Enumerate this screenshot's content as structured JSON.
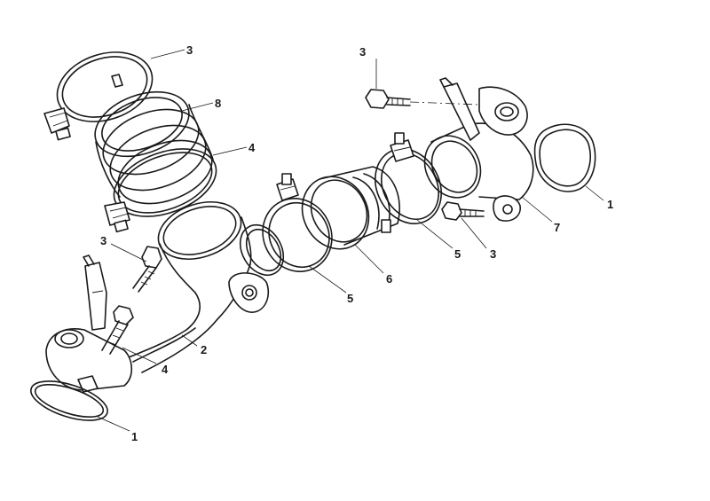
{
  "callouts": [
    {
      "id": "gasket-right",
      "text": "1"
    },
    {
      "id": "gasket-left",
      "text": "1"
    },
    {
      "id": "intake-pipe",
      "text": "2"
    },
    {
      "id": "bolt-top",
      "text": "3"
    },
    {
      "id": "bolt-right",
      "text": "3"
    },
    {
      "id": "bolt-left-upper",
      "text": "3"
    },
    {
      "id": "bolt-left-lower",
      "text": "3"
    },
    {
      "id": "clamp-top",
      "text": "4"
    },
    {
      "id": "clamp-mid",
      "text": "4"
    },
    {
      "id": "clamp-center",
      "text": "5"
    },
    {
      "id": "clamp-right",
      "text": "5"
    },
    {
      "id": "coupler",
      "text": "6"
    },
    {
      "id": "manifold-adapter",
      "text": "7"
    },
    {
      "id": "bellows-coupler",
      "text": "8"
    }
  ]
}
